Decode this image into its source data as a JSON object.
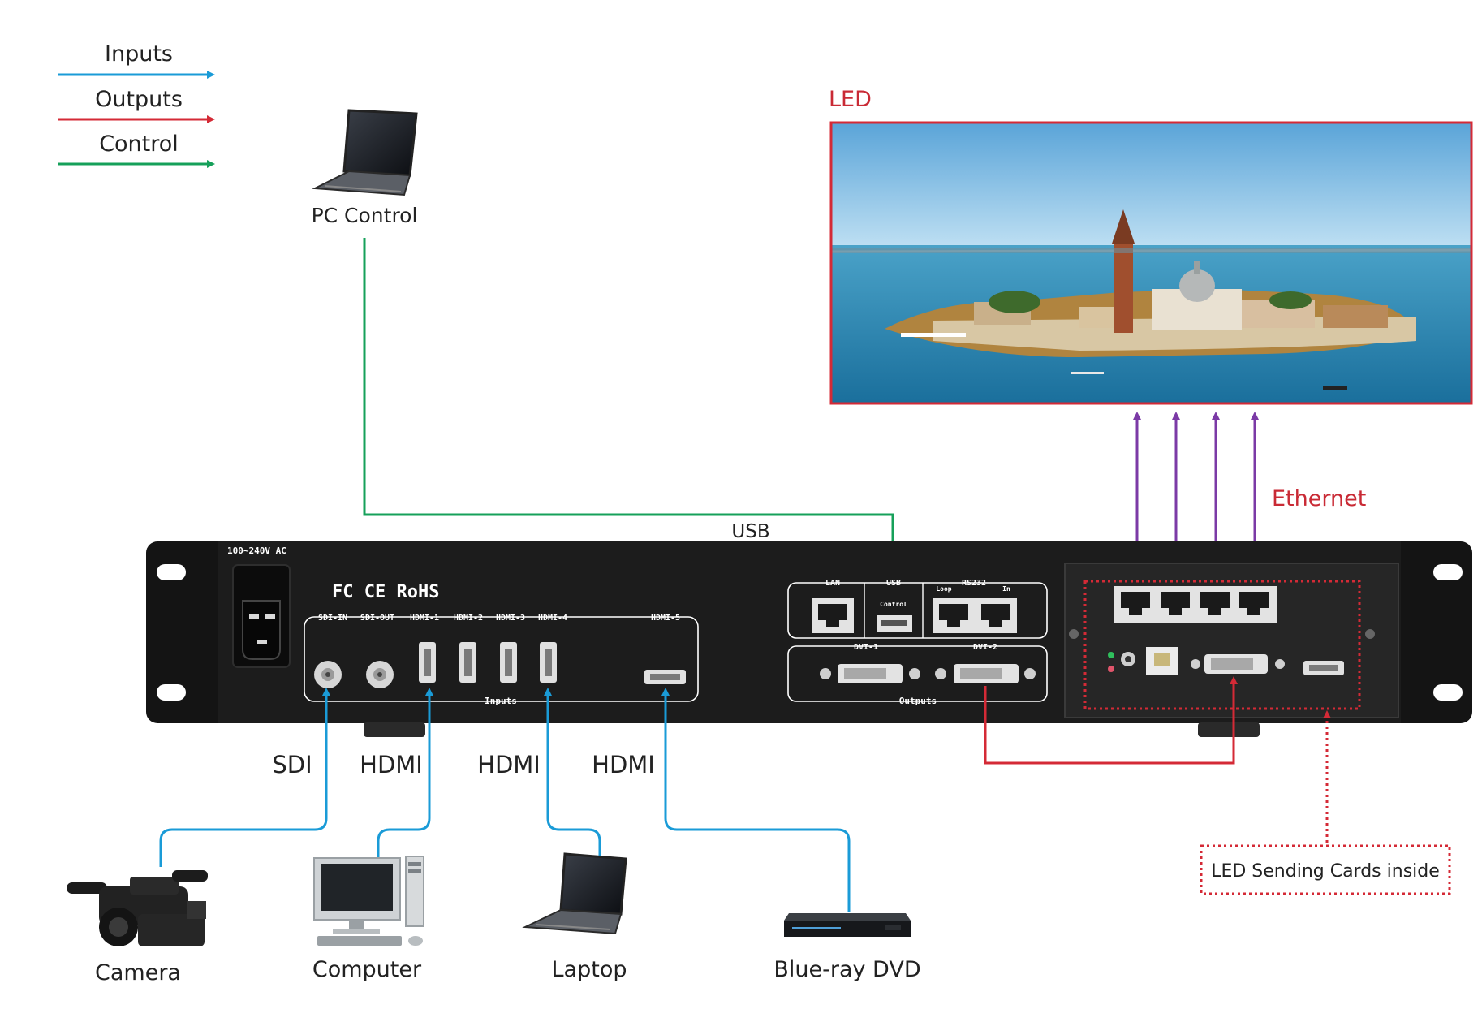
{
  "legend": {
    "inputs": "Inputs",
    "outputs": "Outputs",
    "control": "Control"
  },
  "colors": {
    "inputs": "#1a9bd7",
    "outputs": "#d42a36",
    "control": "#16a05a",
    "ethernet": "#7b3aa6",
    "led_label": "#c92a35",
    "chassis": "#141414"
  },
  "devices": {
    "pc_control": "PC Control",
    "camera": "Camera",
    "computer": "Computer",
    "laptop": "Laptop",
    "bluray": "Blue-ray DVD"
  },
  "links": {
    "usb": "USB",
    "sdi": "SDI",
    "hdmi_1": "HDMI",
    "hdmi_2": "HDMI",
    "hdmi_3": "HDMI",
    "ethernet": "Ethernet"
  },
  "led": {
    "label": "LED"
  },
  "sending_cards_note": "LED Sending Cards inside",
  "panel": {
    "power_rating": "100~240V AC",
    "cert_marks": "FC CE RoHS",
    "inputs_group": "Inputs",
    "outputs_group": "Outputs",
    "ports": {
      "sdi_in": "SDI-IN",
      "sdi_out": "SDI-OUT",
      "hdmi_1": "HDMI-1",
      "hdmi_2": "HDMI-2",
      "hdmi_3": "HDMI-3",
      "hdmi_4": "HDMI-4",
      "hdmi_5": "HDMI-5",
      "lan": "LAN",
      "usb": "USB",
      "usb_sub": "Control",
      "rs232": "RS232",
      "rs232_loop": "Loop",
      "rs232_in": "In",
      "dvi_1": "DVI-1",
      "dvi_2": "DVI-2"
    }
  }
}
